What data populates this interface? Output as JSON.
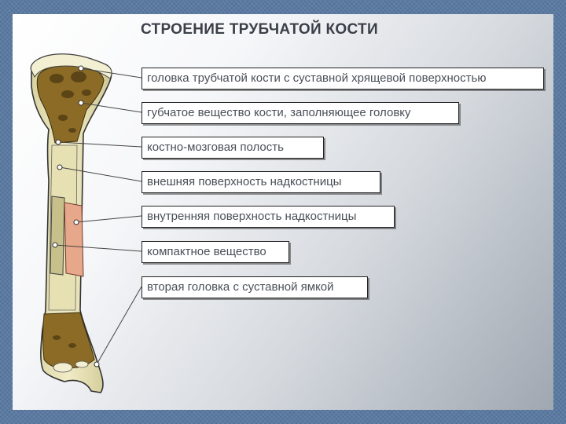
{
  "title": "СТРОЕНИЕ  ТРУБЧАТОЙ  КОСТИ",
  "labels": [
    "головка трубчатой кости с суставной хрящевой поверхностью",
    "губчатое вещество кости, заполняющее головку",
    "костно-мозговая полость",
    "внешняя поверхность надкостницы",
    "внутренняя поверхность надкостницы",
    "компактное вещество",
    "вторая головка с суставной ямкой"
  ],
  "colors": {
    "bone": "#ece7b8",
    "spongy": "#8b6b26",
    "periosteum_inner": "#e7a78a",
    "background": "#5a79a2"
  }
}
